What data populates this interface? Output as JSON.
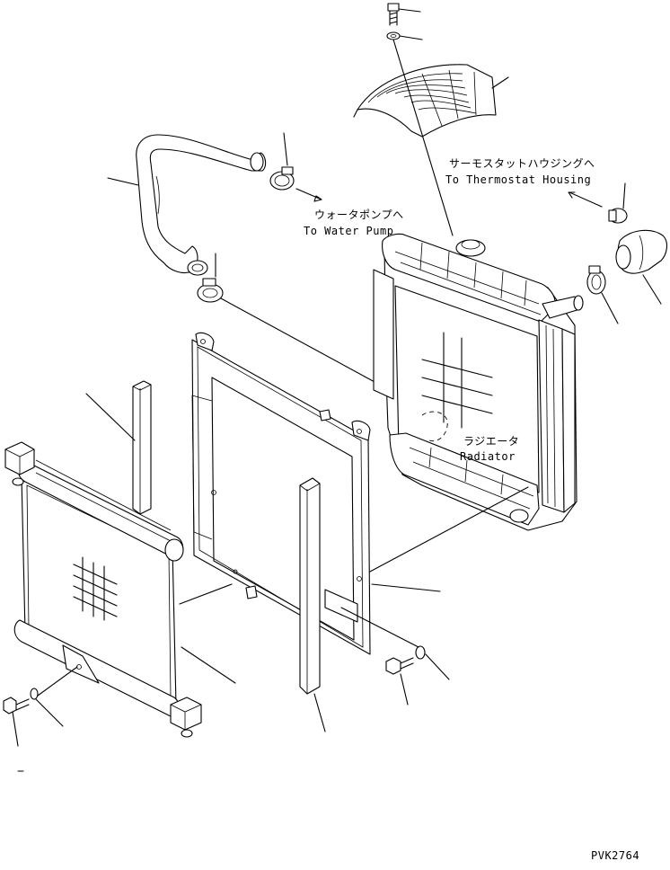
{
  "labels": {
    "thermostat_jp": "サーモスタットハウジングへ",
    "thermostat_en": "To Thermostat Housing",
    "water_pump_jp": "ウォータポンプへ",
    "water_pump_en": "To Water Pump",
    "radiator_jp": "ラジエータ",
    "radiator_en": "Radiator",
    "drawing_code": "PVK2764"
  }
}
